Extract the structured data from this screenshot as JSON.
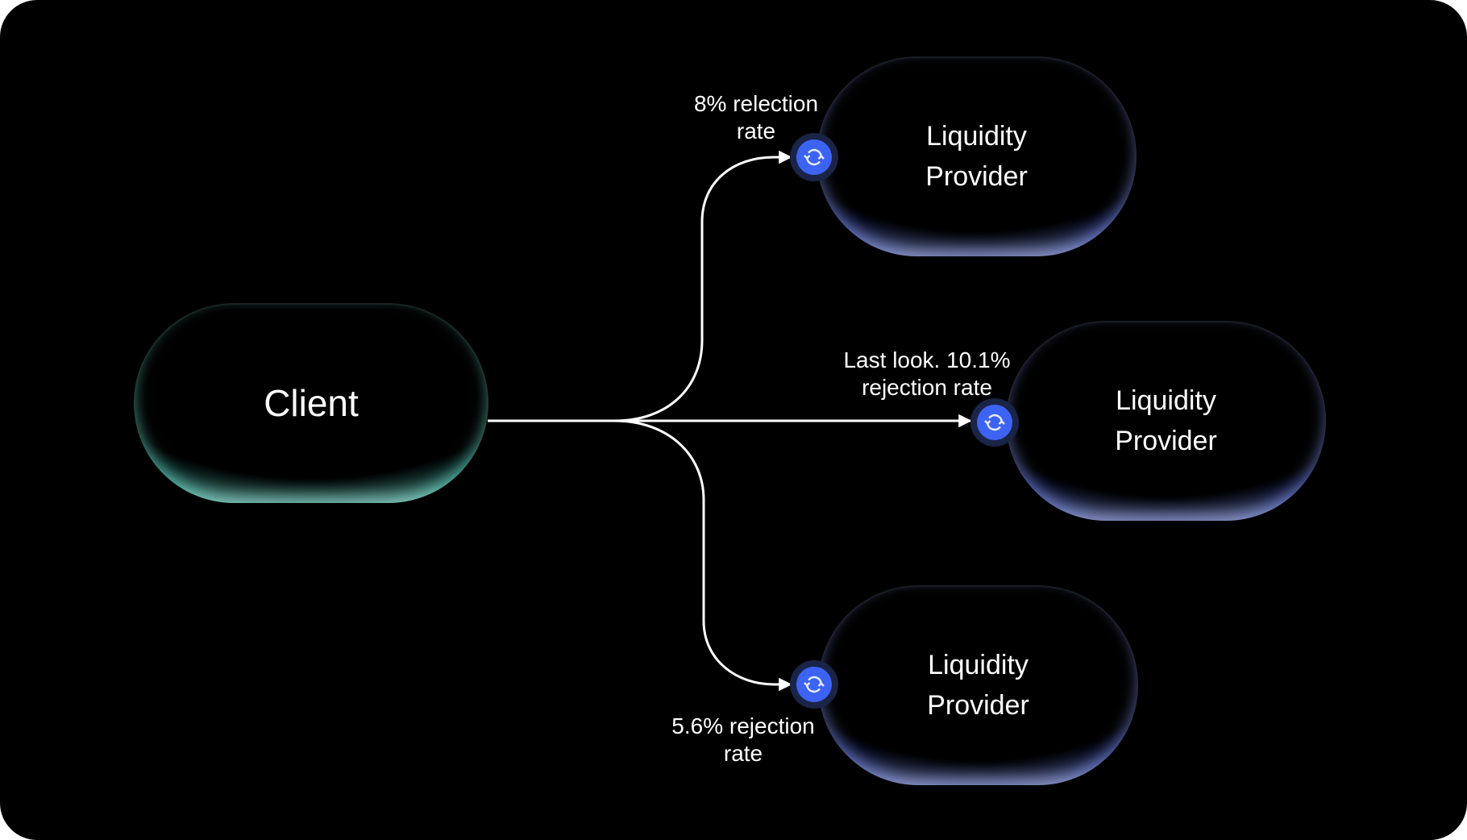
{
  "diagram": {
    "colors": {
      "background": "#000000",
      "client_glow": "#7ff0df",
      "provider_glow": "#8fa4ff",
      "icon_fill": "#3d63f5",
      "icon_ring": "#1a2446",
      "line": "#ffffff"
    },
    "client": {
      "label": "Client"
    },
    "providers": [
      {
        "label": "Liquidity\nProvider",
        "edge_label": "8% relection\nrate",
        "icon": "refresh-icon"
      },
      {
        "label": "Liquidity\nProvider",
        "edge_label": "Last look. 10.1%\nrejection rate",
        "icon": "refresh-icon"
      },
      {
        "label": "Liquidity\nProvider",
        "edge_label": "5.6% rejection\nrate",
        "icon": "refresh-icon"
      }
    ]
  }
}
